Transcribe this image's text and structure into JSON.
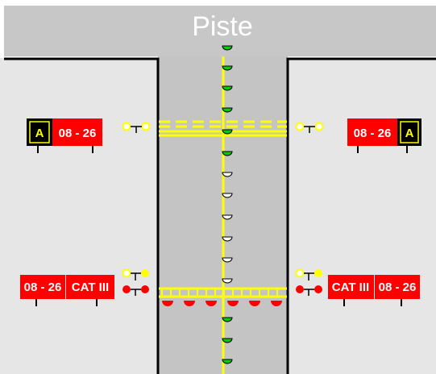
{
  "title": "Piste",
  "signs": {
    "upper_left": {
      "position_letter": "A",
      "runway": "08 - 26"
    },
    "upper_right": {
      "runway": "08 - 26",
      "position_letter": "A"
    },
    "lower_left": {
      "runway": "08 - 26",
      "category": "CAT III"
    },
    "lower_right": {
      "category": "CAT III",
      "runway": "08 - 26"
    }
  },
  "colors": {
    "runway": "#c7c7c7",
    "ground": "#e8e8e8",
    "taxiway": "#c4c4c4",
    "edge": "#000000",
    "marking": "#ffff00",
    "centerline_light": "#00cc00",
    "stopbar_light": "#ff0000",
    "sign_red": "#ff0000",
    "sign_black": "#000000",
    "sign_yellow": "#ffff00"
  }
}
